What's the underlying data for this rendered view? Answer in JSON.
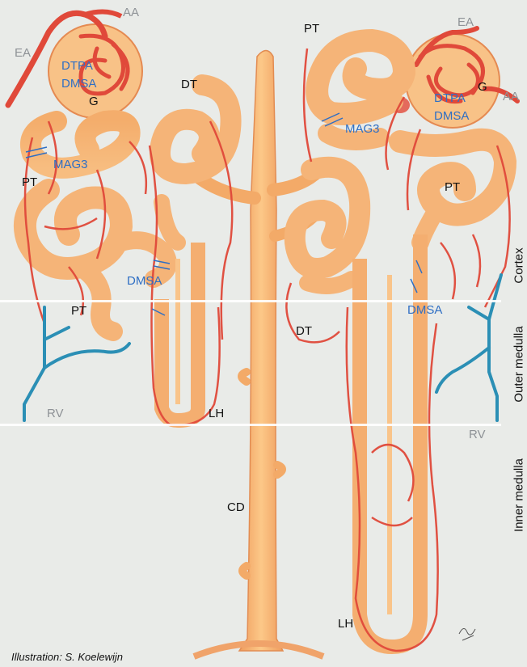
{
  "labels": {
    "aa_left": "AA",
    "ea_left": "EA",
    "dtpa_left": "DTPA",
    "dmsa_left": "DMSA",
    "g_left": "G",
    "mag3_left": "MAG3",
    "pt_left_upper": "PT",
    "dt_left": "DT",
    "dmsa_mid_left": "DMSA",
    "pt_left_lower": "PT",
    "rv_left": "RV",
    "lh_left": "LH",
    "cd": "CD",
    "pt_right_top": "PT",
    "ea_right": "EA",
    "g_right": "G",
    "aa_right": "AA",
    "dtpa_right": "DTPA",
    "dmsa_right": "DMSA",
    "mag3_right": "MAG3",
    "pt_right_mid": "PT",
    "dt_right": "DT",
    "dmsa_right_lower": "DMSA",
    "rv_right": "RV",
    "lh_right": "LH"
  },
  "zones": {
    "cortex": "Cortex",
    "outer_medulla": "Outer medulla",
    "inner_medulla": "Inner medulla"
  },
  "credit": "Illustration: S. Koelewijn",
  "colors": {
    "background": "#e9ebe8",
    "tubule": "#f6b774",
    "tubule_dark": "#e98f55",
    "artery": "#e0493a",
    "vein": "#2b8fb5",
    "label_blue": "#2f6fc4",
    "label_gray": "#8e9296"
  }
}
